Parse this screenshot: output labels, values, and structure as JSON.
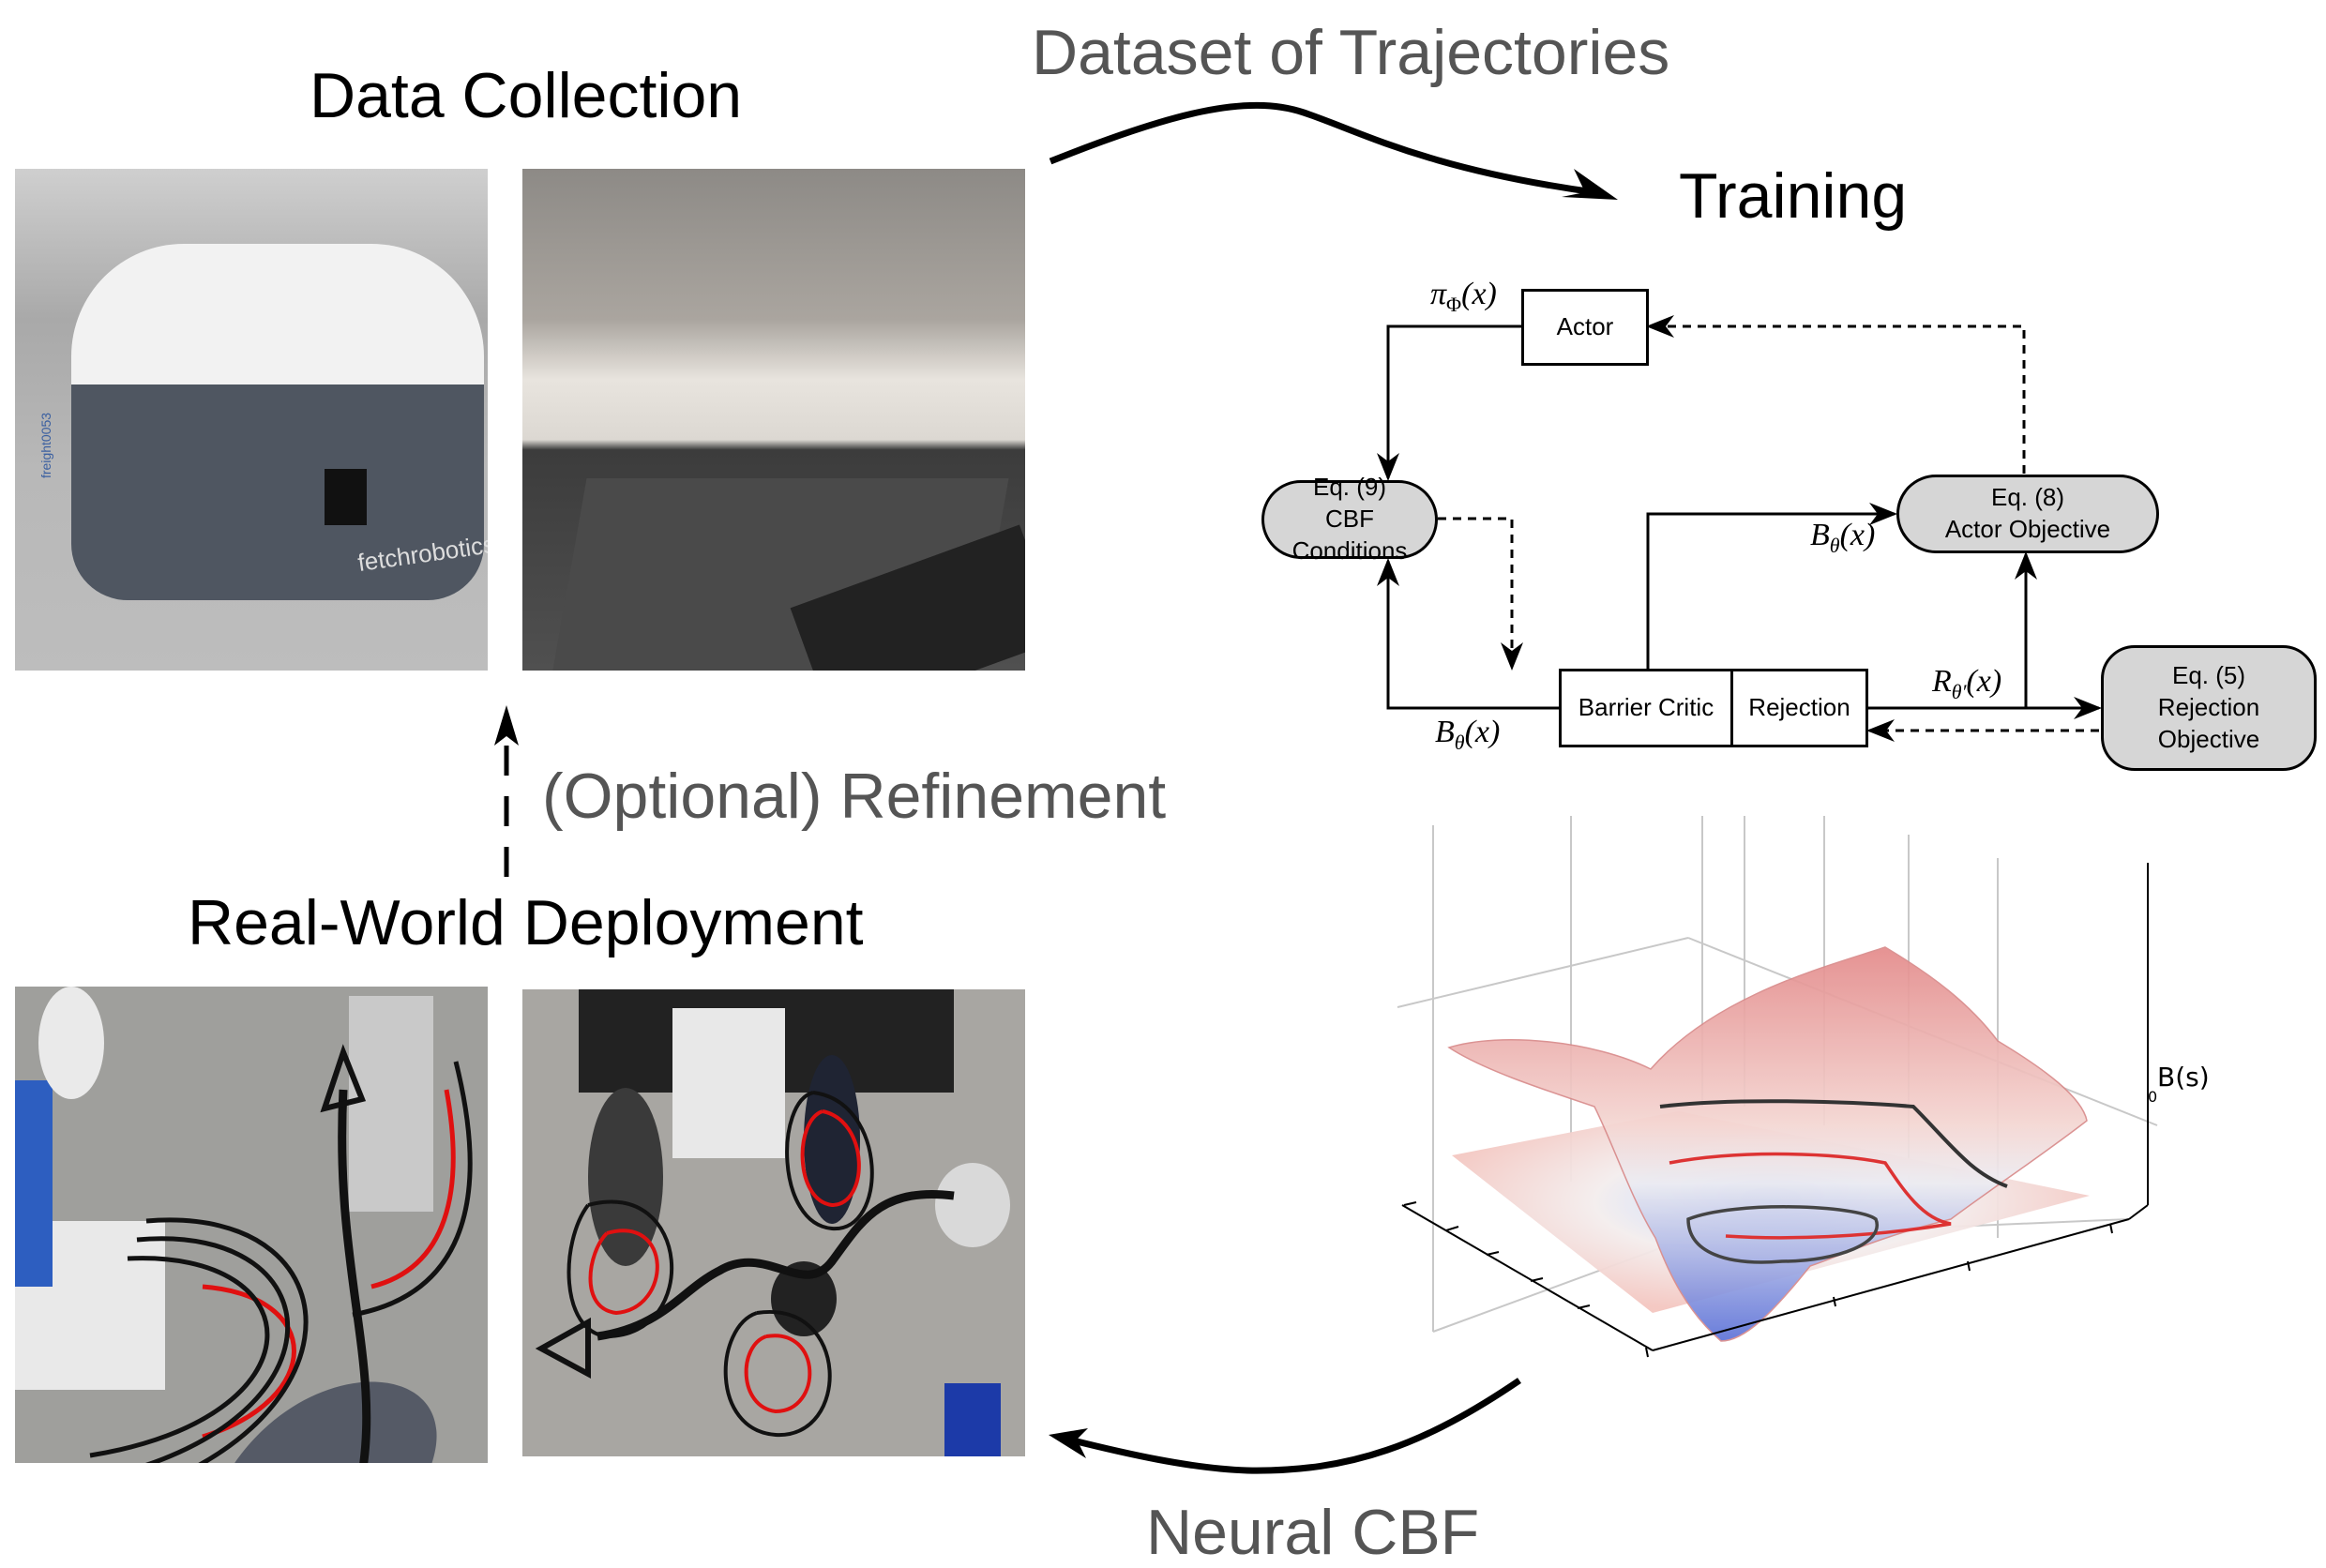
{
  "stages": {
    "data_collection": "Data Collection",
    "training": "Training",
    "real_world_deployment": "Real-World Deployment"
  },
  "transitions": {
    "dataset": "Dataset of Trajectories",
    "refinement": "(Optional) Refinement",
    "neural_cbf": "Neural CBF"
  },
  "photos": {
    "robot": {
      "caption": "fetchrobotics",
      "label": "freight0053"
    },
    "lab": {
      "caption": ""
    },
    "deploy_robots": {
      "caption": ""
    },
    "deploy_people": {
      "caption": ""
    }
  },
  "diagram": {
    "actor": "Actor",
    "eq9": {
      "eq": "Eq. (9)",
      "label": "CBF Conditions"
    },
    "eq8": {
      "eq": "Eq. (8)",
      "label": "Actor Objective"
    },
    "eq5": {
      "eq": "Eq. (5)",
      "label1": "Rejection",
      "label2": "Objective"
    },
    "barrier_critic": "Barrier Critic",
    "rejection": "Rejection",
    "labels": {
      "pi": {
        "base": "π",
        "sub": "Φ",
        "arg": "(x)"
      },
      "b_left": {
        "base": "B",
        "sub": "θ",
        "arg": "(x)"
      },
      "b_right": {
        "base": "B",
        "sub": "θ",
        "arg": "(x)"
      },
      "r": {
        "base": "R",
        "sub": "θ′",
        "arg": "(x)"
      }
    }
  },
  "plot": {
    "zlabel": "B(s)",
    "ztick": "0"
  },
  "colors": {
    "pill_fill": "#d6d6d6",
    "gray_text": "#555555",
    "surface_high": "#e06060",
    "surface_low": "#5b6fd6"
  }
}
